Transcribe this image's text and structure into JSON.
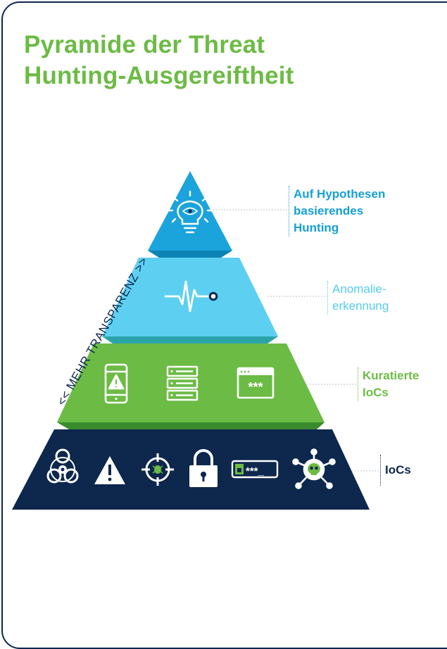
{
  "title": {
    "line1": "Pyramide der Threat",
    "line2": "Hunting-Ausgereiftheit"
  },
  "side_label": "<< MEHR TRANSPARENZ >>",
  "levels": [
    {
      "label_lines": [
        "Auf Hypothesen",
        "basierendes",
        "Hunting"
      ],
      "color": "#1ba3dc",
      "icons": [
        "lightbulb-eye-icon"
      ]
    },
    {
      "label_lines": [
        "Anomalie-",
        "erkennung"
      ],
      "color": "#5dd0f2",
      "icons": [
        "heartbeat-icon"
      ]
    },
    {
      "label_lines": [
        "Kuratierte",
        "IoCs"
      ],
      "color": "#6cbb45",
      "icons": [
        "mobile-warning-icon",
        "server-list-icon",
        "browser-password-icon"
      ]
    },
    {
      "label_lines": [
        "IoCs"
      ],
      "color": "#0d274d",
      "icons": [
        "biohazard-icon",
        "warning-icon",
        "target-bug-icon",
        "padlock-icon",
        "password-field-icon",
        "virus-skull-icon"
      ]
    }
  ]
}
